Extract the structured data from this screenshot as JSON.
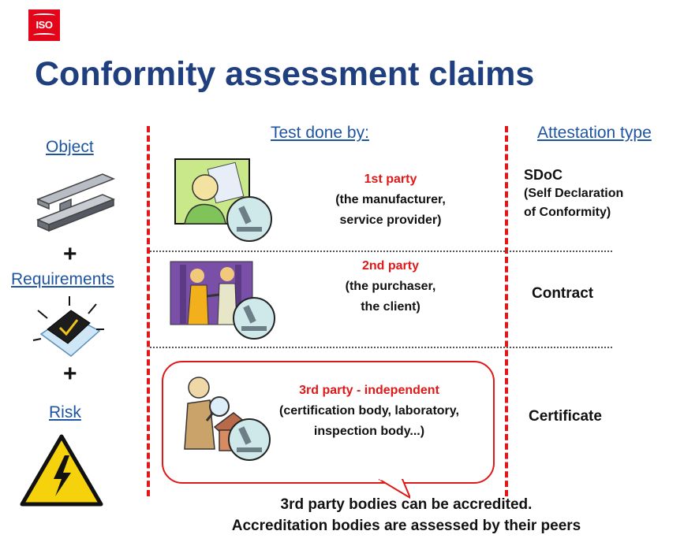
{
  "logo": {
    "text": "ISO",
    "color": "#e3061a"
  },
  "title": "Conformity assessment claims",
  "left_column": {
    "object_label": "Object",
    "plus1": "+",
    "requirements_label": "Requirements",
    "plus2": "+",
    "risk_label": "Risk"
  },
  "headers": {
    "test_done_by": "Test done by:",
    "attestation_type": "Attestation type"
  },
  "rows": [
    {
      "party": "1st party",
      "detail_line1": "(the manufacturer,",
      "detail_line2": "service provider)",
      "attestation_line1": "SDoC",
      "attestation_line2": "(Self Declaration",
      "attestation_line3": "of Conformity)"
    },
    {
      "party": "2nd party",
      "detail_line1": "(the purchaser,",
      "detail_line2": "the client)",
      "attestation_line1": "Contract"
    },
    {
      "party": "3rd party - independent",
      "detail_line1": "(certification body, laboratory,",
      "detail_line2": "inspection body...)",
      "attestation_line1": "Certificate"
    }
  ],
  "footer": {
    "line1": "3rd party bodies can be accredited.",
    "line2": "Accreditation bodies are assessed by their peers"
  },
  "colors": {
    "title": "#1f3f7e",
    "link_blue": "#1f55a0",
    "accent_red": "#e01818"
  }
}
